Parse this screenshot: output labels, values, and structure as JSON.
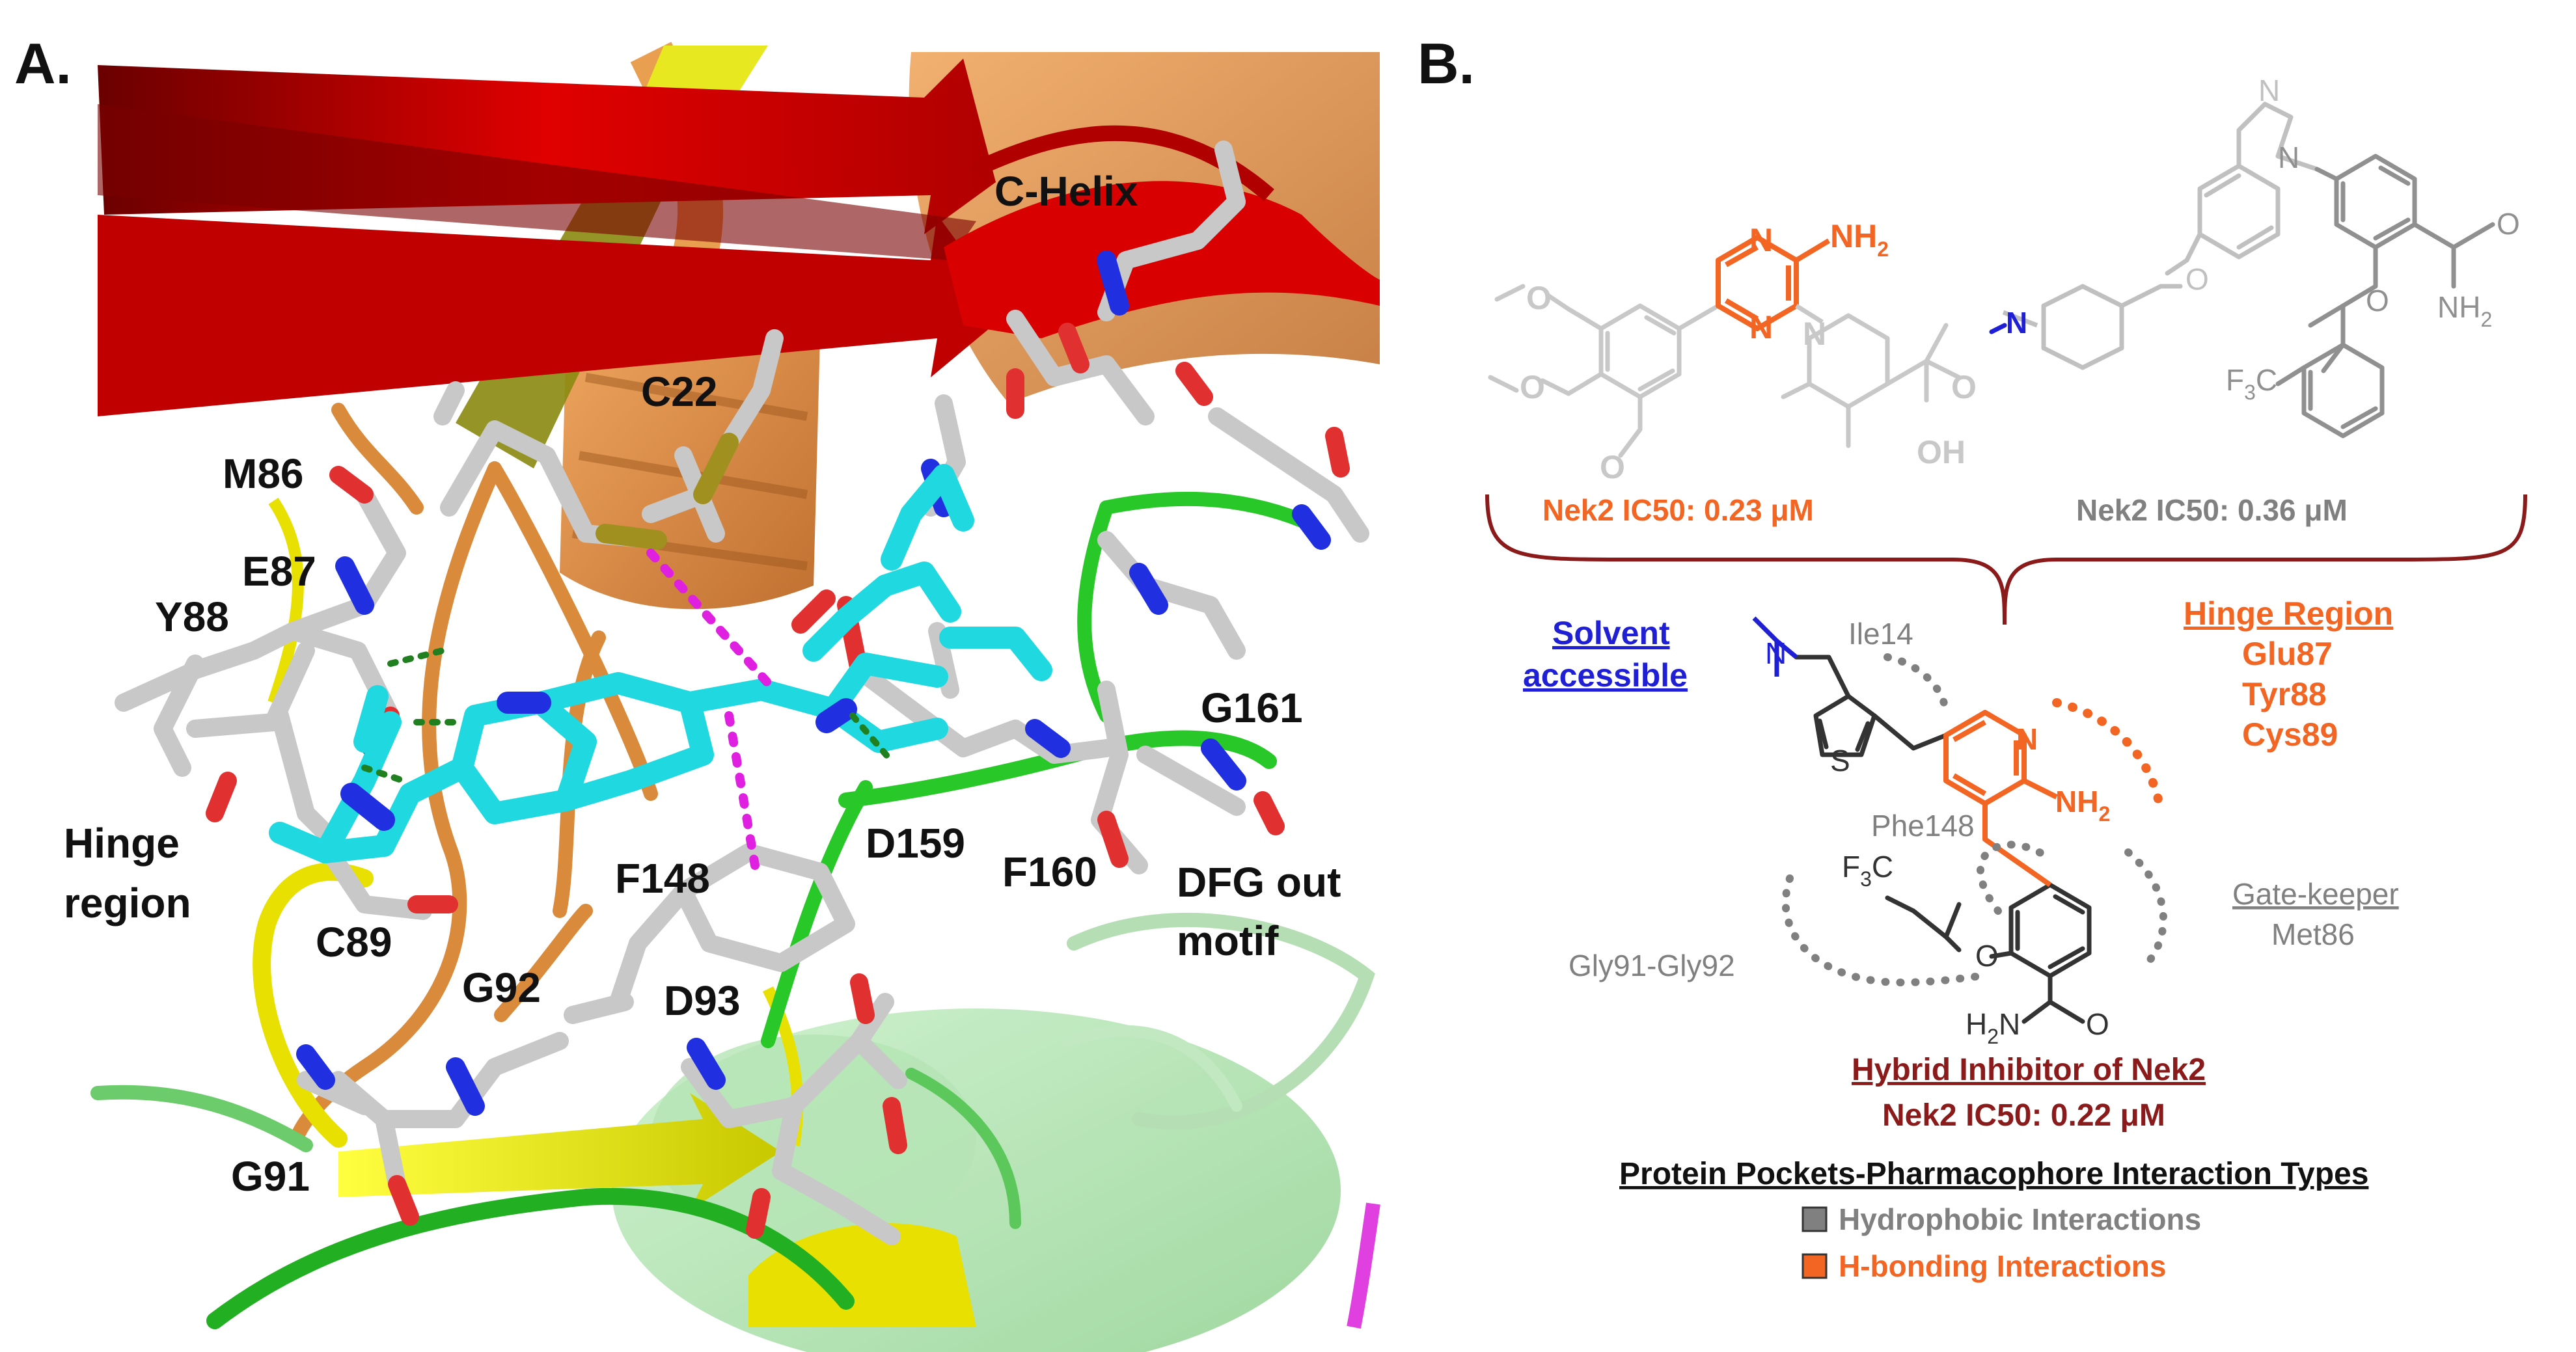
{
  "panelA": {
    "letter": "A.",
    "labels": {
      "c_helix": "C-Helix",
      "c22": "C22",
      "m86": "M86",
      "e87": "E87",
      "y88": "Y88",
      "hinge_line1": "Hinge",
      "hinge_line2": "region",
      "c89": "C89",
      "g92": "G92",
      "f148": "F148",
      "d159": "D159",
      "f160": "F160",
      "g161": "G161",
      "dfg_line1": "DFG out",
      "dfg_line2": "motif",
      "d93": "D93",
      "g91": "G91"
    }
  },
  "panelB": {
    "letter": "B.",
    "compound1": {
      "nh2": "NH",
      "nh2_sub": "2",
      "n_upper": "N",
      "n_lower": "N",
      "n_ring": "N",
      "oh": "OH",
      "o_acid": "O",
      "o_meo1": "O",
      "o_meo2": "O",
      "o_meo3": "O",
      "ic50": "Nek2 IC50: 0.23 μM"
    },
    "compound2": {
      "n_pip": "N",
      "o_ether1": "O",
      "o_ether2": "O",
      "n_im1": "N",
      "n_im2": "N",
      "nh2": "NH",
      "nh2_sub": "2",
      "o_amide": "O",
      "cf3": "F",
      "cf3_sub": "3",
      "cf3_c": "C",
      "ic50": "Nek2 IC50: 0.36 μM"
    },
    "hybrid": {
      "n_dma": "N",
      "s": "S",
      "n_pyr": "N",
      "nh2": "NH",
      "nh2_sub": "2",
      "o_ether": "O",
      "f3c": "F",
      "f3c_sub": "3",
      "f3c_c": "C",
      "h2n": "H",
      "h2n_sub": "2",
      "h2n_n": "N",
      "o_amide": "O"
    },
    "annotations": {
      "solvent_line1": "Solvent",
      "solvent_line2": "accessible",
      "ile14": "Ile14",
      "hinge_title": "Hinge Region",
      "glu87": "Glu87",
      "tyr88": "Tyr88",
      "cys89": "Cys89",
      "phe148": "Phe148",
      "gatekeeper_title": "Gate-keeper",
      "met86": "Met86",
      "gly91_92": "Gly91-Gly92"
    },
    "hybrid_title": "Hybrid Inhibitor of Nek2",
    "hybrid_ic50": "Nek2 IC50: 0.22 μM",
    "legend": {
      "title": "Protein Pockets-Pharmacophore Interaction Types",
      "items": [
        {
          "label": "Hydrophobic Interactions",
          "color": "#808080"
        },
        {
          "label": "H-bonding Interactions",
          "color": "#f26522"
        }
      ]
    },
    "colors": {
      "orange": "#f26522",
      "gray": "#808080",
      "light_gray": "#c8c8c8",
      "blue": "#1f1fd6",
      "dark_red": "#8b1a1a"
    }
  }
}
